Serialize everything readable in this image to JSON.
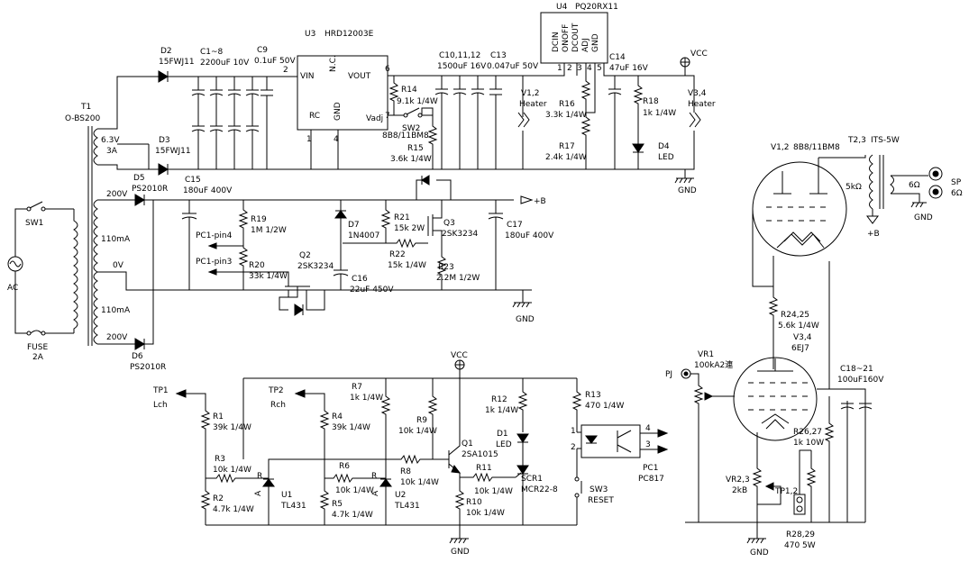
{
  "labels": {
    "sw1": "SW1",
    "ac": "AC",
    "fuse": "FUSE",
    "fuse_val": "2A",
    "t1": "T1",
    "t1_model": "O-BS200",
    "sec_63v": "6.3V",
    "sec_3a": "3A",
    "sec_200v_top": "200V",
    "sec_110ma_top": "110mA",
    "sec_0v": "0V",
    "sec_110ma_bot": "110mA",
    "sec_200v_bot": "200V",
    "d2": "D2",
    "d2_val": "15FWJ11",
    "d3": "D3",
    "d3_val": "15FWJ11",
    "c1_8": "C1~8",
    "c1_8_val": "2200uF 10V",
    "c9": "C9",
    "c9_val": "0.1uF 50V",
    "u3": "U3",
    "u3_val": "HRD12003E",
    "u3_vin": "VIN",
    "u3_vout": "VOUT",
    "u3_rc": "RC",
    "u3_gnd": "GND",
    "u3_vadj": "Vadj",
    "u3_nc": "N.C.",
    "u3_p1": "1",
    "u3_p2": "2",
    "u3_p4": "4",
    "u3_p6": "6",
    "u3_p7": "7",
    "u4": "U4",
    "u4_val": "PQ20RX11",
    "u4_pins": [
      "DCIN",
      "ONOFF",
      "DCOUT",
      "ADJ",
      "GND"
    ],
    "u4_nums": [
      "1",
      "2",
      "3",
      "4",
      "5"
    ],
    "r14": "R14",
    "r14_val": "9.1k 1/4W",
    "sw2": "SW2",
    "sw2_val": "8B8/11BM8",
    "r15": "R15",
    "r15_val": "3.6k 1/4W",
    "c10_12": "C10,11,12",
    "c10_12_val": "1500uF 16V",
    "c13": "C13",
    "c13_val": "0.047uF 50V",
    "v12_heater": "V1,2",
    "heater": "Heater",
    "r16": "R16",
    "r16_val": "3.3k 1/4W",
    "r17": "R17",
    "r17_val": "2.4k 1/4W",
    "c14": "C14",
    "c14_val": "47uF 16V",
    "vcc": "VCC",
    "r18": "R18",
    "r18_val": "1k 1/4W",
    "d4": "D4",
    "d4_val": "LED",
    "v34_heater": "V3,4",
    "gnd": "GND",
    "d5": "D5",
    "d5_val": "PS2010R",
    "d6": "D6",
    "d6_val": "PS2010R",
    "c15": "C15",
    "c15_val": "180uF 400V",
    "r19": "R19",
    "r19_val": "1M 1/2W",
    "pc1_pin4": "PC1-pin4",
    "pc1_pin3": "PC1-pin3",
    "r20": "R20",
    "r20_val": "33k 1/4W",
    "q2": "Q2",
    "q2_val": "2SK3234",
    "d7": "D7",
    "d7_val": "1N4007",
    "r21": "R21",
    "r21_val": "15k 2W",
    "r22": "R22",
    "r22_val": "15k 1/4W",
    "q3": "Q3",
    "q3_val": "2SK3234",
    "r23": "R23",
    "r23_val": "2.2M 1/2W",
    "c16": "C16",
    "c16_val": "22uF 450V",
    "c17": "C17",
    "c17_val": "180uF 400V",
    "plus_b": "+B",
    "v12": "V1,2",
    "v12_val": "8B8/11BM8",
    "t23": "T2,3",
    "t23_val": "ITS-5W",
    "k5": "5kΩ",
    "ohm6": "6Ω",
    "sp": "SP",
    "sp_val": "6Ω",
    "r24_25": "R24,25",
    "r24_25_val": "5.6k 1/4W",
    "v34": "V3,4",
    "v34_val": "6EJ7",
    "vr1": "VR1",
    "vr1_val": "100kA2連",
    "pj": "PJ",
    "c18_21": "C18~21",
    "c18_21_val": "100uF160V",
    "r26_27": "R26,27",
    "r26_27_val": "1k 10W",
    "vr23": "VR2,3",
    "vr23_val": "2kB",
    "tp12": "TP1,2",
    "r28_29": "R28,29",
    "r28_29_val": "470 5W",
    "tp1": "TP1",
    "lch": "Lch",
    "tp2": "TP2",
    "rch": "Rch",
    "r1": "R1",
    "r1_val": "39k 1/4W",
    "r2": "R2",
    "r2_val": "4.7k 1/4W",
    "r3": "R3",
    "r3_val": "10k 1/4W",
    "r4": "R4",
    "r4_val": "39k 1/4W",
    "r5": "R5",
    "r5_val": "4.7k 1/4W",
    "r6": "R6",
    "r6_val": "10k 1/4W",
    "u1": "U1",
    "u1_val": "TL431",
    "u2": "U2",
    "u2_val": "TL431",
    "r_pin": "R",
    "a_pin": "A",
    "k_pin": "K",
    "r7": "R7",
    "r7_val": "1k 1/4W",
    "r8": "R8",
    "r8_val": "10k 1/4W",
    "r9": "R9",
    "r9_val": "10k 1/4W",
    "q1": "Q1",
    "q1_val": "2SA1015",
    "r10": "R10",
    "r10_val": "10k 1/4W",
    "r11": "R11",
    "r11_val": "10k 1/4W",
    "r12": "R12",
    "r12_val": "1k 1/4W",
    "d1": "D1",
    "d1_val": "LED",
    "scr1": "SCR1",
    "scr1_val": "MCR22-8",
    "r13": "R13",
    "r13_val": "470 1/4W",
    "pc1": "PC1",
    "pc1_val": "PC817",
    "pc_p1": "1",
    "pc_p2": "2",
    "pc_p3": "3",
    "pc_p4": "4",
    "sw3": "SW3",
    "sw3_val": "RESET"
  }
}
